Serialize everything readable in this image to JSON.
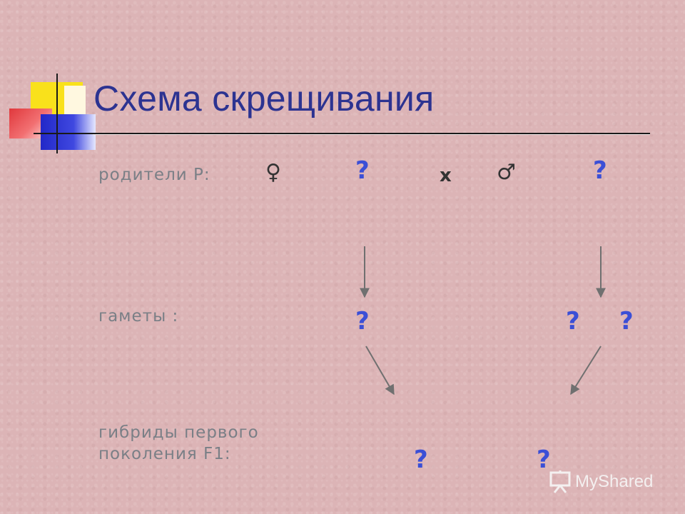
{
  "slide": {
    "title": "Схема скрещивания"
  },
  "scheme": {
    "parents_label": "родители Р:",
    "female_symbol": "♀",
    "male_symbol": "♂",
    "cross_symbol": "х",
    "gametes_label": "гаметы :",
    "hybrids_label_line1": "гибриды первого",
    "hybrids_label_line2": "поколения  F1:",
    "unknown": "?"
  },
  "watermark": {
    "text": "MyShared"
  },
  "colors": {
    "title": "#2c3391",
    "question_mark": "#3b4fd6",
    "label": "#7a7f86",
    "arrow": "#707070",
    "background": "#dcb4b6"
  }
}
